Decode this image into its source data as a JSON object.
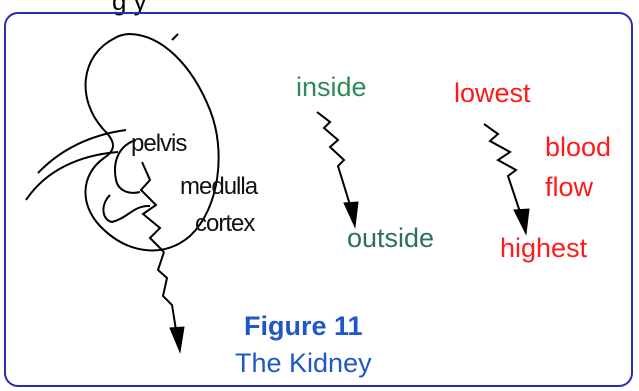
{
  "header_text": "g           y",
  "diagram": {
    "anatomy_labels": {
      "pelvis": "pelvis",
      "medulla": "medulla",
      "cortex": "cortex"
    },
    "gradient_a": {
      "top": "inside",
      "bottom": "outside",
      "top_color": "#2e8b57",
      "bottom_color": "#2e6e63"
    },
    "gradient_b": {
      "top": "lowest",
      "bottom": "highest",
      "side_line1": "blood",
      "side_line2": "flow",
      "color": "#ff1a1a"
    },
    "figure": {
      "number": "Figure 11",
      "caption": "The Kidney",
      "color": "#1f56c8"
    },
    "frame_color": "#2b2bb5"
  }
}
